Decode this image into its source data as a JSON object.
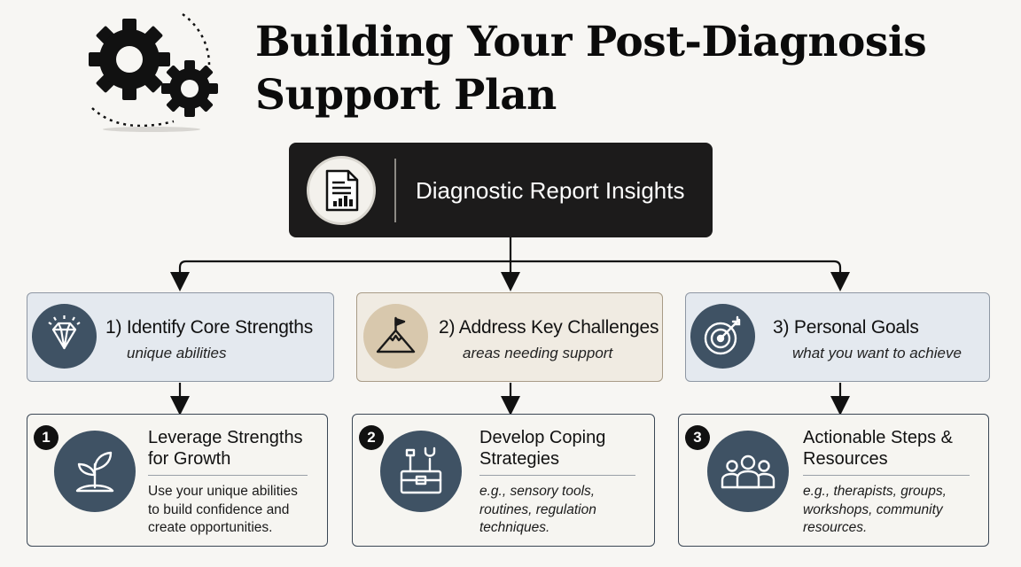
{
  "header": {
    "title_line1": "Building Your Post-Diagnosis",
    "title_line2": "Support Plan"
  },
  "root": {
    "label": "Diagnostic Report Insights",
    "icon": "report-document-icon"
  },
  "categories": [
    {
      "title": "1) Identify Core Strengths",
      "subtitle": "unique abilities",
      "icon": "diamond-icon"
    },
    {
      "title": "2) Address Key Challenges",
      "subtitle": "areas needing support",
      "icon": "mountain-flag-icon"
    },
    {
      "title": "3) Personal Goals",
      "subtitle": "what you want to achieve",
      "icon": "target-icon"
    }
  ],
  "cards": [
    {
      "number": "1",
      "title_line1": "Leverage Strengths",
      "title_line2": "for Growth",
      "body": [
        "Use your unique abilities",
        "to build confidence and",
        "create opportunities."
      ],
      "icon": "sprout-icon"
    },
    {
      "number": "2",
      "title_line1": "Develop Coping",
      "title_line2": "Strategies",
      "body": [
        "e.g., sensory tools,",
        "routines, regulation",
        "techniques."
      ],
      "icon": "toolbox-icon"
    },
    {
      "number": "3",
      "title_line1": "Actionable Steps &",
      "title_line2": "Resources",
      "body": [
        "e.g., therapists, groups,",
        "workshops, community",
        "resources."
      ],
      "icon": "people-group-icon"
    }
  ],
  "colors": {
    "root_bg": "#1c1b1b",
    "icon_dark": "#3f5264",
    "icon_tan": "#d8c8ad",
    "category_blue": "#e4e9ef",
    "category_beige": "#f0ebe2"
  }
}
